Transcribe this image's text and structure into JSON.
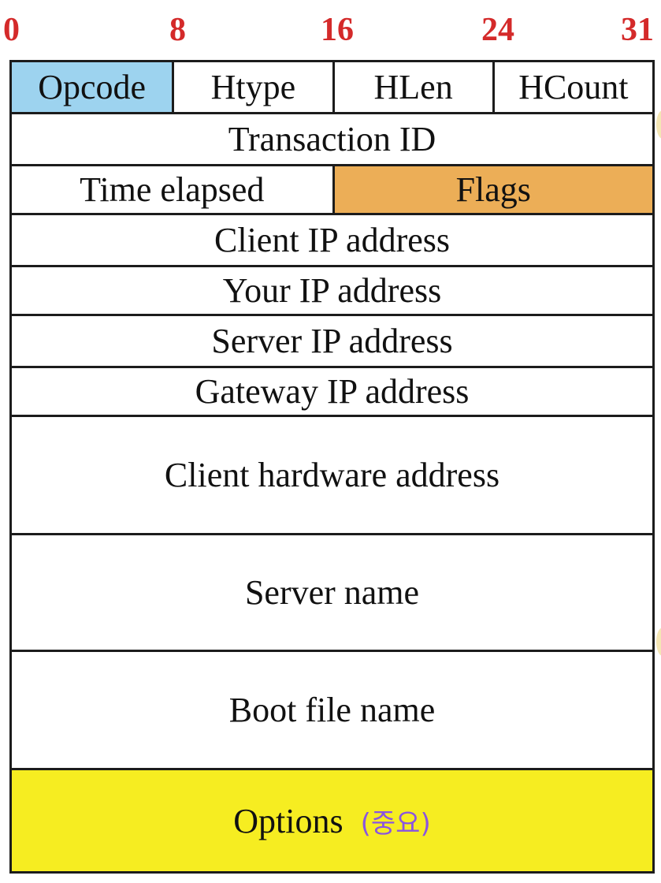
{
  "bit_markers": [
    "0",
    "8",
    "16",
    "24",
    "31"
  ],
  "fields": {
    "opcode": "Opcode",
    "htype": "Htype",
    "hlen": "HLen",
    "hcount": "HCount",
    "transaction_id": "Transaction ID",
    "time_elapsed": "Time elapsed",
    "flags": "Flags",
    "client_ip": "Client IP address",
    "your_ip": "Your IP address",
    "server_ip": "Server IP address",
    "gateway_ip": "Gateway IP address",
    "client_hw": "Client hardware address",
    "server_name": "Server name",
    "boot_file": "Boot file name",
    "options": "Options"
  },
  "annotation": "(중요)",
  "colors": {
    "bit_marker": "#d42a2a",
    "opcode": "#9dd3ef",
    "flags": "#ecae57",
    "options": "#f6ed21",
    "annotation": "#8a55e0"
  }
}
